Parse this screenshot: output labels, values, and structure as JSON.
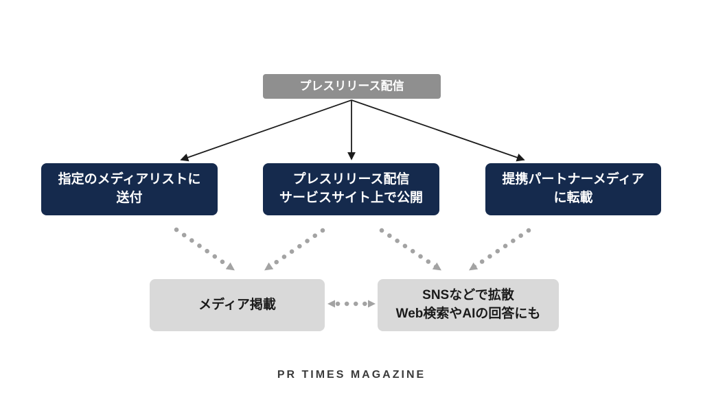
{
  "diagram": {
    "top_node": {
      "label": "プレスリリース配信"
    },
    "middle_nodes": [
      {
        "label": "指定のメディアリストに\n送付"
      },
      {
        "label": "プレスリリース配信\nサービスサイト上で公開"
      },
      {
        "label": "提携パートナーメディア\nに転載"
      }
    ],
    "bottom_nodes": [
      {
        "label": "メディア掲載"
      },
      {
        "label": "SNSなどで拡散\nWeb検索やAIの回答にも"
      }
    ],
    "connections": {
      "solid_arrows": "top_node to each middle node",
      "dotted_arrows": "middle nodes to bottom nodes, bidirectional between bottom nodes"
    }
  },
  "footer": {
    "brand": "PR TIMES MAGAZINE"
  },
  "colors": {
    "top_box": "#8f8f8f",
    "navy_box": "#152a4d",
    "light_box": "#d9d9d9",
    "solid_arrow": "#1c1c1c",
    "dotted_arrow": "#a3a3a3",
    "box_text_light": "#ffffff",
    "box_text_dark": "#1a1a1a",
    "brand_text": "#3b3b3b",
    "background": "#ffffff"
  }
}
